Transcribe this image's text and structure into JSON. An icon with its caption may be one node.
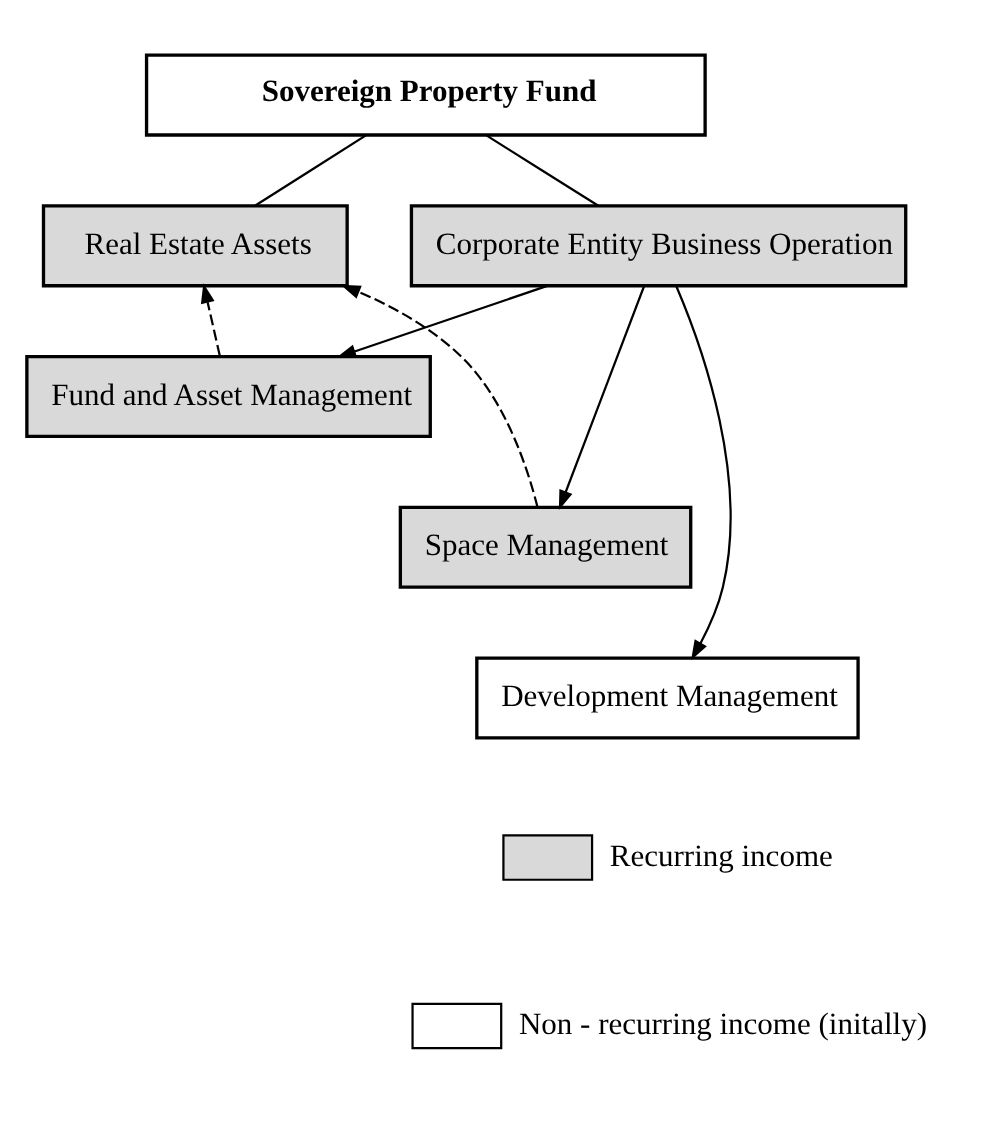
{
  "diagram": {
    "nodes": [
      {
        "text": [
          "Sovereign Property Fund"
        ]
      },
      {
        "text": [
          "Real Estate Assets"
        ]
      },
      {
        "text": [
          "Corporate Entity Business Operation"
        ]
      },
      {
        "text": [
          "Fund and Asset Management"
        ]
      },
      {
        "text": [
          "Space Management"
        ]
      },
      {
        "text": [
          "Development Management"
        ]
      }
    ],
    "edges": [
      {
        "from": 0,
        "to": 1,
        "arrow": "none"
      },
      {
        "from": 0,
        "to": 2,
        "arrow": "none"
      },
      {
        "from": 2,
        "to": 3,
        "arrow": "to"
      },
      {
        "from": 2,
        "to": 4,
        "arrow": "to"
      },
      {
        "from": 2,
        "to": 5,
        "arrow": "to"
      },
      {
        "from": 3,
        "to": 1,
        "arrow": "to",
        "style": "dashed"
      },
      {
        "from": 4,
        "to": 1,
        "arrow": "to",
        "style": "dashed"
      }
    ],
    "legend": [
      {
        "text": "Recurring income",
        "color": "#d9d9d9"
      },
      {
        "text": "Non - recurring income (initally)",
        "color": "#ffffff"
      }
    ]
  }
}
